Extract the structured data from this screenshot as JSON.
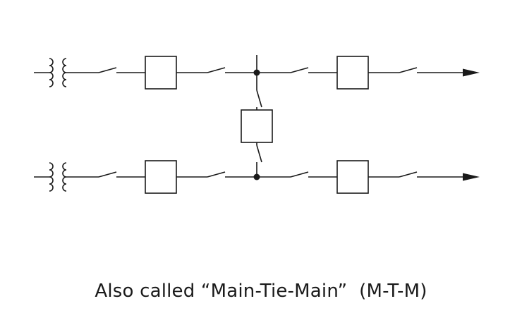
{
  "caption": "Also called “Main-Tie-Main”  (M-T-M)",
  "colors": {
    "line": "#1a1a1a",
    "background": "#ffffff"
  },
  "icons": {
    "source": "transformer-icon",
    "breaker": "circuit-breaker-icon",
    "switch": "disconnect-switch-icon",
    "node": "junction-dot-icon",
    "load": "arrow-right-icon"
  },
  "diagram": {
    "buses": [
      "top-bus",
      "bottom-bus"
    ],
    "tie": "tie-breaker"
  }
}
